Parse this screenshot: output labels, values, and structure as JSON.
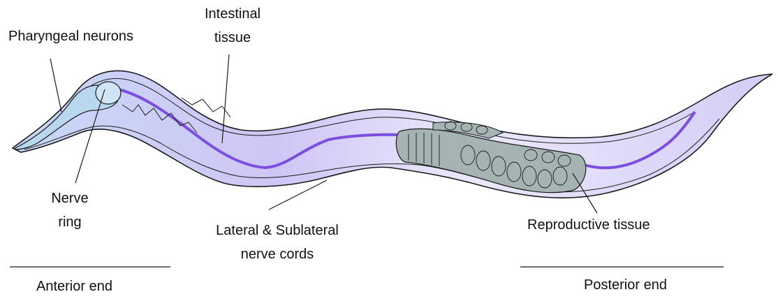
{
  "labels": {
    "pharyngeal_neurons": "Pharyngeal neurons",
    "intestinal_tissue_line1": "Intestinal",
    "intestinal_tissue_line2": "tissue",
    "nerve_ring_line1": "Nerve",
    "nerve_ring_line2": "ring",
    "lateral_cords_line1": "Lateral & Sublateral",
    "lateral_cords_line2": "nerve cords",
    "reproductive_tissue": "Reproductive tissue",
    "anterior_end": "Anterior end",
    "posterior_end": "Posterior end"
  },
  "colors": {
    "body_fill": "#cfc8f4",
    "body_light": "#e9e6fb",
    "cord_violet": "#7c4fe0",
    "pharynx_blue": "#b9d8ef",
    "reproductive_gray": "#a6b3b3",
    "outline": "#1a1a1a"
  }
}
